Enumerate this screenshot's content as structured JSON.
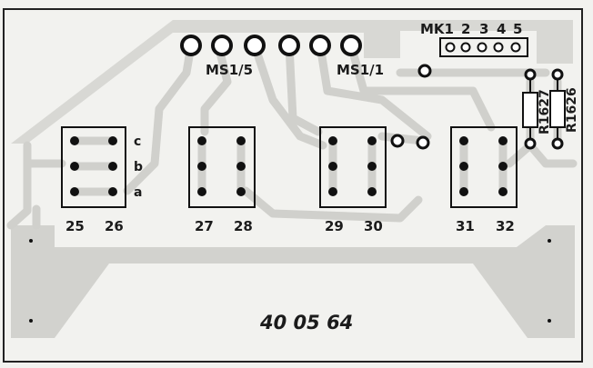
{
  "board": {
    "part_number": "40 05 64",
    "connector_labels": [
      "MS1/5",
      "MS1/1"
    ],
    "mk_header": {
      "name": "MK1",
      "pins": [
        "2",
        "3",
        "4",
        "5"
      ]
    },
    "resistors": [
      "R1627",
      "R1626"
    ],
    "row_labels": [
      "c",
      "b",
      "a"
    ],
    "switch_pairs": [
      {
        "left": "25",
        "right": "26"
      },
      {
        "left": "27",
        "right": "28"
      },
      {
        "left": "29",
        "right": "30"
      },
      {
        "left": "31",
        "right": "32"
      }
    ]
  },
  "colors": {
    "paper": "#f2f2ef",
    "copper_trace": "#d4d4d0",
    "ink": "#1b1b1b"
  }
}
